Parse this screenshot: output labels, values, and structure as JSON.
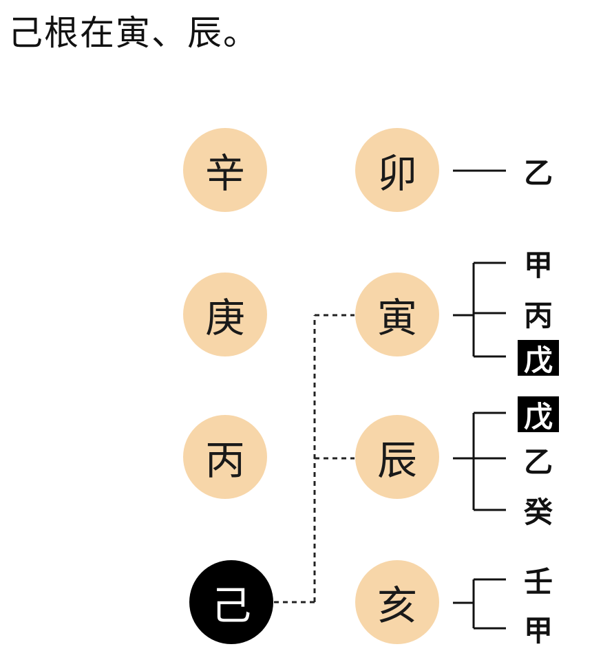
{
  "title": "己根在寅、辰。",
  "left_column": [
    {
      "label": "辛"
    },
    {
      "label": "庚"
    },
    {
      "label": "丙"
    },
    {
      "label": "己",
      "highlight": true
    }
  ],
  "right_column": [
    {
      "label": "卯",
      "hidden_stems": [
        {
          "label": "乙"
        }
      ]
    },
    {
      "label": "寅",
      "hidden_stems": [
        {
          "label": "甲"
        },
        {
          "label": "丙"
        },
        {
          "label": "戊",
          "highlight": true
        }
      ]
    },
    {
      "label": "辰",
      "hidden_stems": [
        {
          "label": "戊",
          "highlight": true
        },
        {
          "label": "乙"
        },
        {
          "label": "癸"
        }
      ]
    },
    {
      "label": "亥",
      "hidden_stems": [
        {
          "label": "壬"
        },
        {
          "label": "甲"
        }
      ]
    }
  ],
  "colors": {
    "circle_fill": "#f7d6a9",
    "highlight_fill": "#000000",
    "text": "#111111"
  }
}
